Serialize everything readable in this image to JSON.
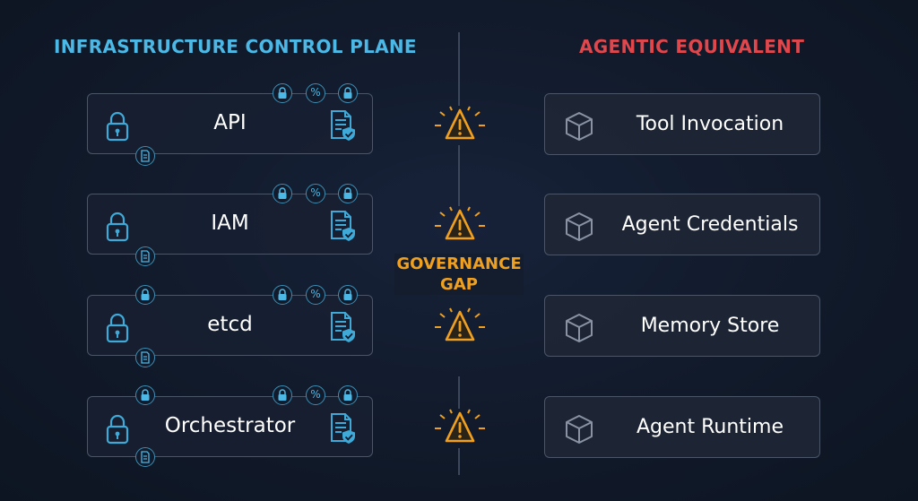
{
  "headings": {
    "left": "INFRASTRUCTURE CONTROL PLANE",
    "right": "AGENTIC EQUIVALENT"
  },
  "gap_label": {
    "line1": "GOVERNANCE",
    "line2": "GAP"
  },
  "infra_items": [
    {
      "label": "API"
    },
    {
      "label": "IAM"
    },
    {
      "label": "etcd"
    },
    {
      "label": "Orchestrator"
    }
  ],
  "agent_items": [
    {
      "label": "Tool Invocation"
    },
    {
      "label": "Agent Credentials"
    },
    {
      "label": "Memory Store"
    },
    {
      "label": "Agent Runtime"
    }
  ],
  "badge_symbols": {
    "percent": "%"
  },
  "icons": {
    "infra_left": "lock-icon",
    "infra_right": "shield-document-icon",
    "badge_bottom": "document-icon",
    "badge_top": [
      "lock-icon",
      "percent-icon",
      "lock-icon"
    ],
    "gap": "warning-icon",
    "agent": "cube-icon"
  },
  "colors": {
    "background": "#111a2a",
    "left_heading": "#4cb8e6",
    "right_heading": "#e0474c",
    "warning": "#f0a020",
    "box_border": "#4a5568",
    "icon_blue": "#3fa9d8",
    "cube_gray": "#8a93a3"
  }
}
